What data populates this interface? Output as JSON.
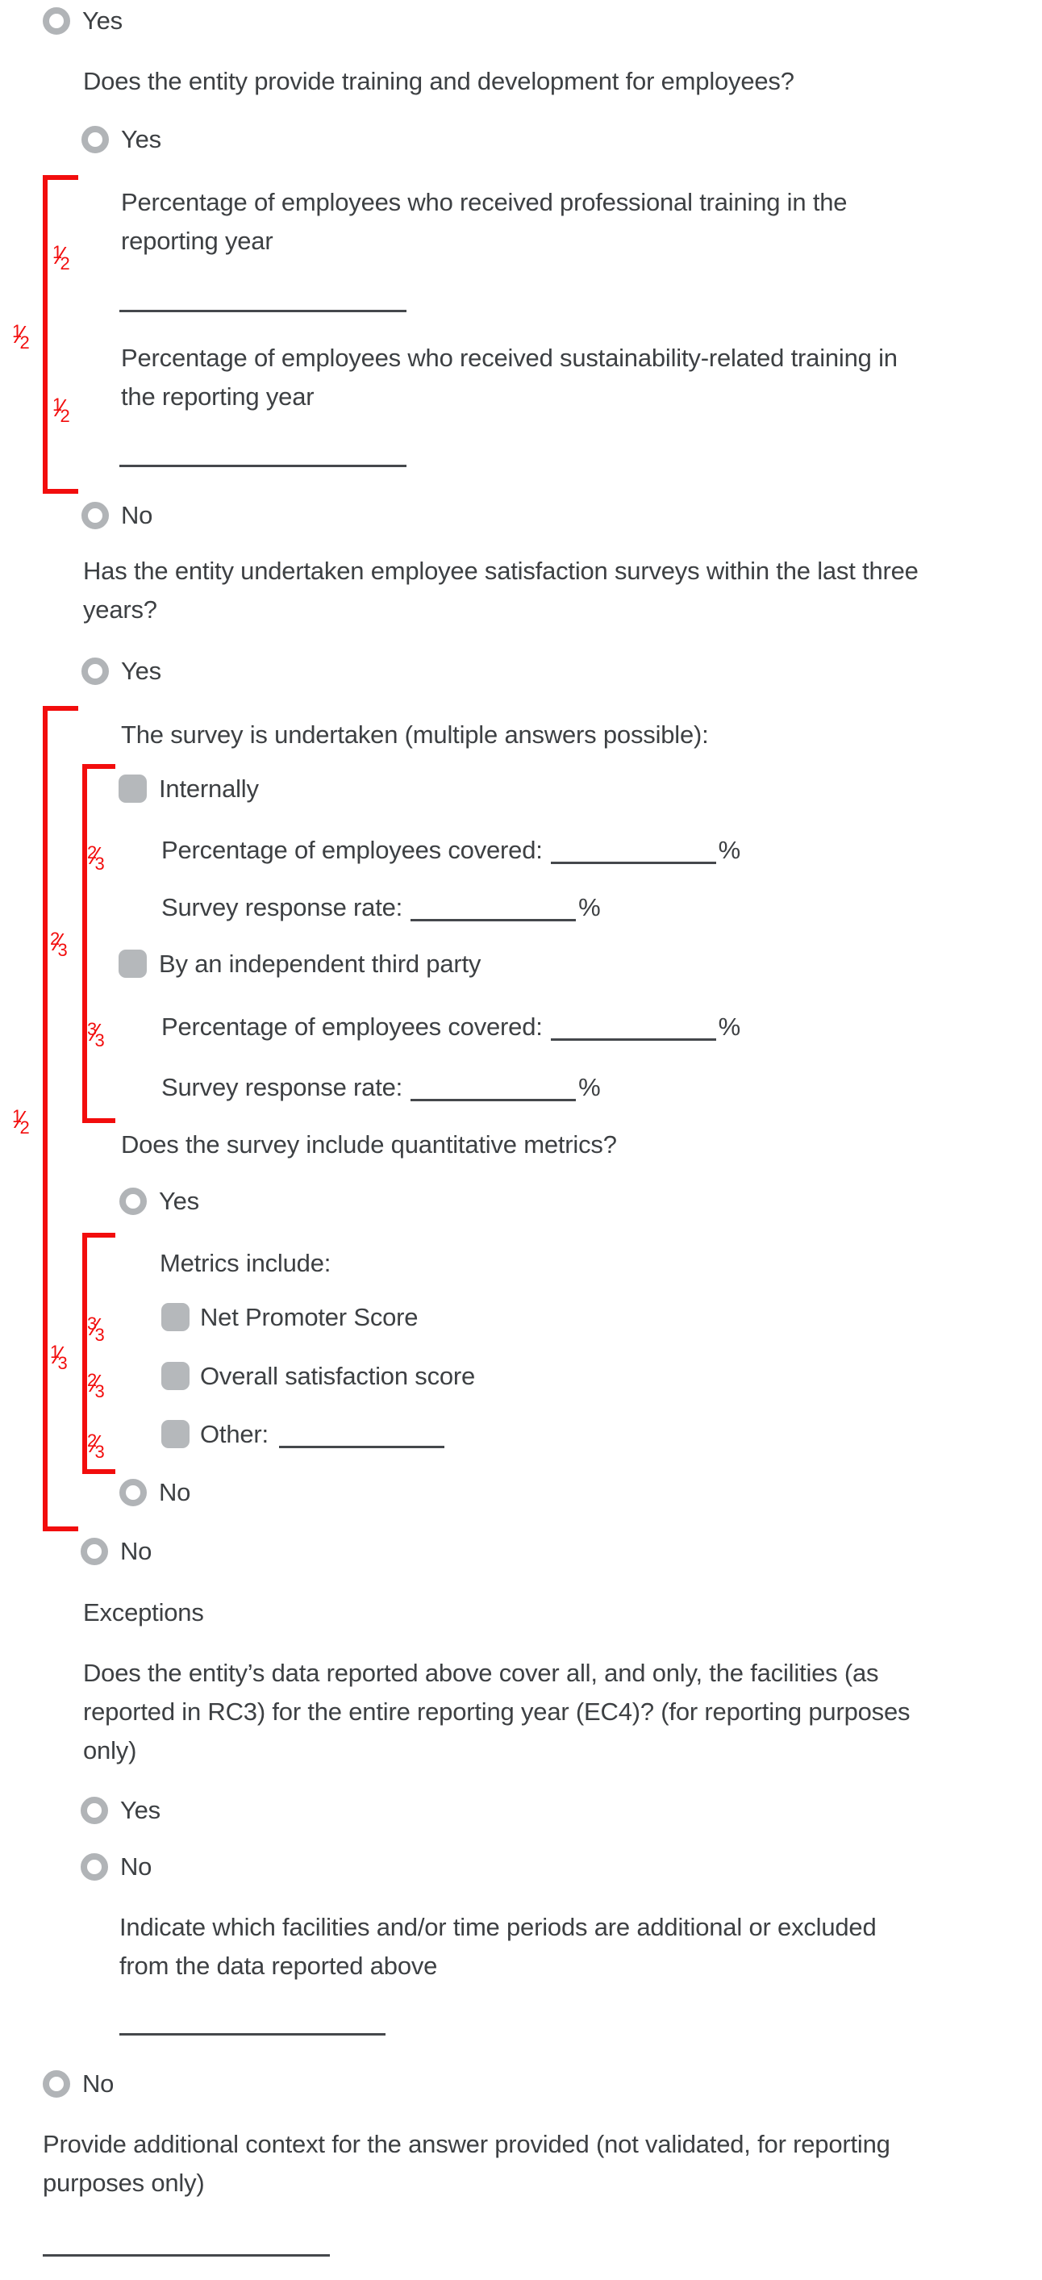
{
  "root": {
    "yes_label": "Yes",
    "no_label": "No"
  },
  "training": {
    "question": "Does the entity provide training and development for employees?",
    "yes_label": "Yes",
    "no_label": "No",
    "professional_label": "Percentage of employees who received professional training in the\nreporting year",
    "sustainability_label": "Percentage of employees who received sustainability-related training in\nthe reporting year"
  },
  "survey": {
    "question": "Has the entity undertaken employee satisfaction surveys within the last three\nyears?",
    "yes_label": "Yes",
    "no_label": "No",
    "undertaken_prompt": "The survey is undertaken (multiple answers possible):",
    "internally_label": "Internally",
    "third_party_label": "By an independent third party",
    "coverage_label": "Percentage of employees covered:",
    "response_label": "Survey response rate:",
    "percent": "%"
  },
  "metrics": {
    "question": "Does the survey include quantitative metrics?",
    "yes_label": "Yes",
    "no_label": "No",
    "prompt": "Metrics include:",
    "nps_label": "Net Promoter Score",
    "overall_label": "Overall satisfaction score",
    "other_label": "Other:"
  },
  "exceptions": {
    "heading": "Exceptions",
    "question": "Does the entity’s data reported above cover all, and only, the facilities (as\nreported in RC3) for the entire reporting year (EC4)? (for reporting purposes\nonly)",
    "yes_label": "Yes",
    "no_label": "No",
    "indicate_prompt": "Indicate which facilities and/or time periods are additional or excluded\nfrom the data reported above"
  },
  "context": {
    "prompt": "Provide additional context for the answer provided (not validated, for reporting\npurposes only)"
  },
  "annotations": {
    "accent_red": "#f20d0d",
    "b1_outer": {
      "num": "1",
      "den": "2"
    },
    "b1_item1": {
      "num": "1",
      "den": "2"
    },
    "b1_item2": {
      "num": "1",
      "den": "2"
    },
    "b2_outer": {
      "num": "1",
      "den": "2"
    },
    "b2a_label": {
      "num": "2",
      "den": "3"
    },
    "b2a_item1": {
      "num": "2",
      "den": "3"
    },
    "b2a_item2": {
      "num": "3",
      "den": "3"
    },
    "b2b_label": {
      "num": "1",
      "den": "3"
    },
    "b2b_item1": {
      "num": "3",
      "den": "3"
    },
    "b2b_item2": {
      "num": "2",
      "den": "3"
    },
    "b2b_item3": {
      "num": "2",
      "den": "3"
    }
  }
}
